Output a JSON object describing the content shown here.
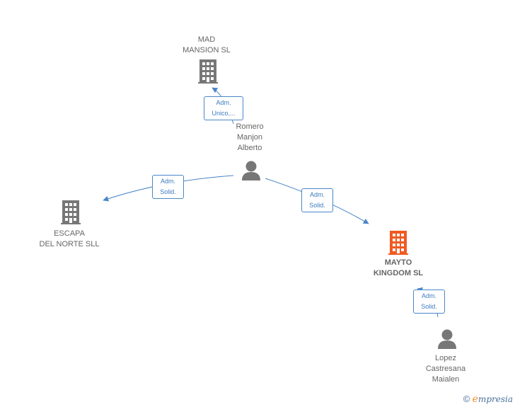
{
  "nodes": {
    "mad_mansion": {
      "label": "MAD\nMANSION  SL",
      "kind": "company",
      "color": "#777777"
    },
    "escapa": {
      "label": "ESCAPA\nDEL NORTE  SLL",
      "kind": "company",
      "color": "#777777"
    },
    "mayto": {
      "label": "MAYTO\nKINGDOM  SL",
      "kind": "company",
      "color": "#f05a22"
    },
    "romero": {
      "label": "Romero\nManjon\nAlberto",
      "kind": "person",
      "color": "#777777"
    },
    "lopez": {
      "label": "Lopez\nCastresana\nMaialen",
      "kind": "person",
      "color": "#777777"
    }
  },
  "edges": {
    "romero_mad": {
      "label": "Adm.\nUnico,..."
    },
    "romero_escapa": {
      "label": "Adm.\nSolid."
    },
    "romero_mayto": {
      "label": "Adm.\nSolid."
    },
    "lopez_mayto": {
      "label": "Adm.\nSolid."
    }
  },
  "colors": {
    "edge": "#4a86c8",
    "company": "#777777",
    "highlight": "#f05a22"
  },
  "footer": {
    "copyright": "©",
    "brand_initial": "e",
    "brand_rest": "mpresia"
  }
}
